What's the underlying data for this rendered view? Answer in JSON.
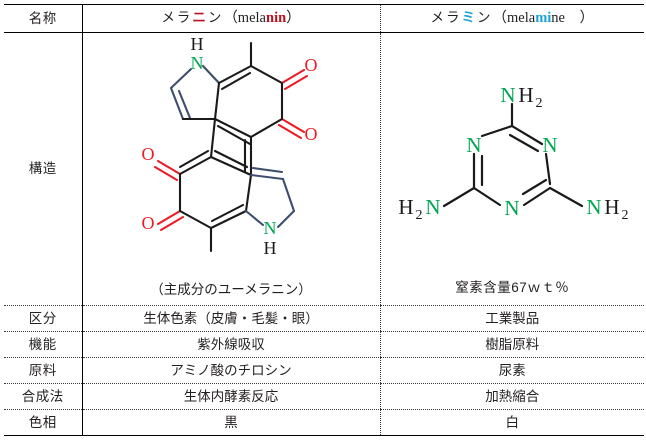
{
  "table": {
    "columns": [
      {
        "key": "label",
        "header": "名称"
      },
      {
        "key": "melanin",
        "header_jp_pre": "メラ",
        "header_jp_em": "ニ",
        "header_jp_post": "ン",
        "header_en_pre": "（mela",
        "header_en_em": "nin",
        "header_en_post": "）"
      },
      {
        "key": "melamine",
        "header_jp_pre": "メラ",
        "header_jp_em": "ミ",
        "header_jp_post": "ン",
        "header_en_pre": "（mela",
        "header_en_em": "mi",
        "header_en_post": "ne　）"
      }
    ],
    "structure_row": {
      "label": "構造",
      "melanin_caption": "（主成分のユーメラニン）",
      "melamine_caption": "窒素含量67ｗｔ％",
      "melanin_molecule": "eumelanin-quinone-structure",
      "melamine_molecule": "melamine-triazine-structure"
    },
    "rows": [
      {
        "label": "区分",
        "melanin": "生体色素（皮膚・毛髪・眼）",
        "melamine": "工業製品"
      },
      {
        "label": "機能",
        "melanin": "紫外線吸収",
        "melamine": "樹脂原料"
      },
      {
        "label": "原料",
        "melanin": "アミノ酸のチロシン",
        "melamine": "尿素"
      },
      {
        "label": "合成法",
        "melanin": "生体内酵素反応",
        "melamine": "加熱縮合"
      },
      {
        "label": "色相",
        "melanin": "黒",
        "melamine": "白"
      }
    ]
  },
  "colors": {
    "melanin_accent": "#b7121f",
    "melamine_accent": "#1ba3d8",
    "nitrogen": "#00a651",
    "oxygen": "#ed1c24",
    "bond_blue": "#3d4e6e",
    "bond_black": "#1a1a1a",
    "text": "#231f20",
    "border": "#000000"
  },
  "atom_labels": {
    "nitrogen": "N",
    "hydrogen": "H",
    "oxygen": "O",
    "amine_right": "NH",
    "amine_left": "H",
    "amine_left_tail": "N",
    "subscript_two": "2"
  }
}
